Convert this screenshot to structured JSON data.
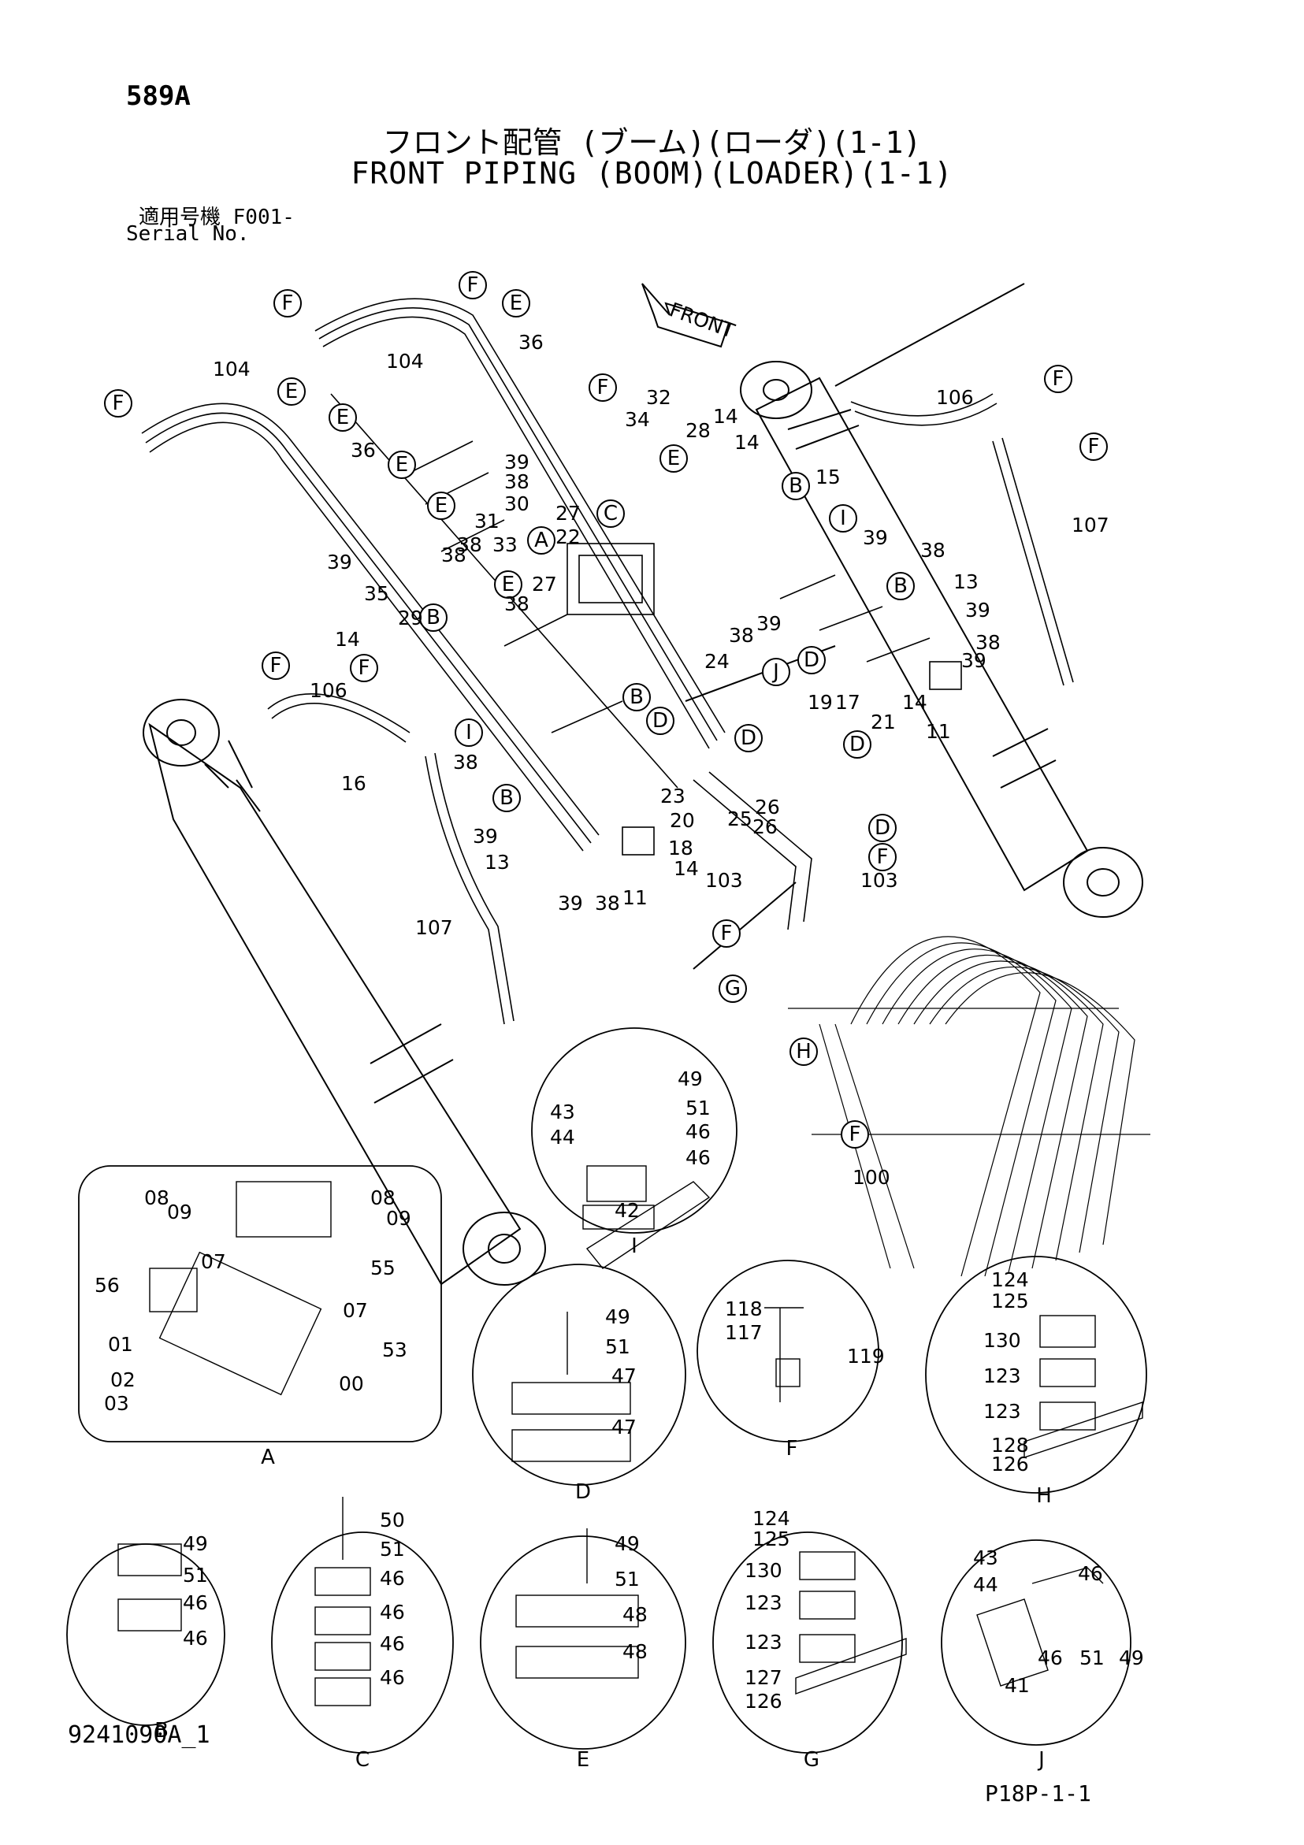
{
  "page_code": "589A",
  "title_jp": "フロント配管 (ブーム)(ローダ)(1-1)",
  "title_en": "FRONT PIPING (BOOM)(LOADER)(1-1)",
  "serial_label_jp": "適用号機 F001-",
  "serial_label_en": "Serial No.",
  "doc_id": "9241090A_1",
  "page_ref": "P18P-1-1",
  "front_label": "FRONT",
  "colors": {
    "line": "#000000",
    "background": "#ffffff"
  },
  "callouts": [
    "F",
    "F",
    "E",
    "F",
    "E",
    "F",
    "E",
    "E",
    "E",
    "E",
    "C",
    "B",
    "A",
    "I",
    "E",
    "B",
    "B",
    "D",
    "J",
    "F",
    "F",
    "B",
    "I",
    "D",
    "D",
    "D",
    "B",
    "D",
    "F",
    "F",
    "G",
    "H",
    "F",
    "F",
    "F"
  ],
  "part_labels": [
    "104",
    "36",
    "104",
    "36",
    "32",
    "34",
    "28",
    "14",
    "14",
    "15",
    "39",
    "38",
    "30",
    "27",
    "22",
    "31",
    "38",
    "33",
    "39",
    "35",
    "29",
    "14",
    "38",
    "27",
    "38",
    "38",
    "39",
    "39",
    "38",
    "13",
    "39",
    "38",
    "39",
    "24",
    "19",
    "17",
    "21",
    "14",
    "11",
    "106",
    "106",
    "16",
    "107",
    "107",
    "38",
    "39",
    "23",
    "20",
    "18",
    "14",
    "13",
    "39",
    "38",
    "11",
    "25",
    "26",
    "26",
    "103",
    "103",
    "100"
  ],
  "details": [
    {
      "letter": "A",
      "labels": [
        "08",
        "09",
        "08",
        "09",
        "07",
        "55",
        "56",
        "07",
        "01",
        "53",
        "02",
        "00",
        "03"
      ]
    },
    {
      "letter": "I",
      "labels": [
        "49",
        "43",
        "51",
        "44",
        "46",
        "46",
        "42"
      ]
    },
    {
      "letter": "D",
      "labels": [
        "49",
        "51",
        "47",
        "47"
      ]
    },
    {
      "letter": "F",
      "labels": [
        "118",
        "117",
        "119"
      ]
    },
    {
      "letter": "H",
      "labels": [
        "124",
        "125",
        "130",
        "123",
        "123",
        "128",
        "126"
      ]
    },
    {
      "letter": "B",
      "labels": [
        "49",
        "51",
        "46",
        "46"
      ]
    },
    {
      "letter": "C",
      "labels": [
        "50",
        "51",
        "46",
        "46",
        "46",
        "46"
      ]
    },
    {
      "letter": "E",
      "labels": [
        "49",
        "51",
        "48",
        "48"
      ]
    },
    {
      "letter": "G",
      "labels": [
        "124",
        "125",
        "130",
        "123",
        "123",
        "127",
        "126"
      ]
    },
    {
      "letter": "J",
      "labels": [
        "43",
        "44",
        "46",
        "46",
        "51",
        "49",
        "41"
      ]
    }
  ]
}
